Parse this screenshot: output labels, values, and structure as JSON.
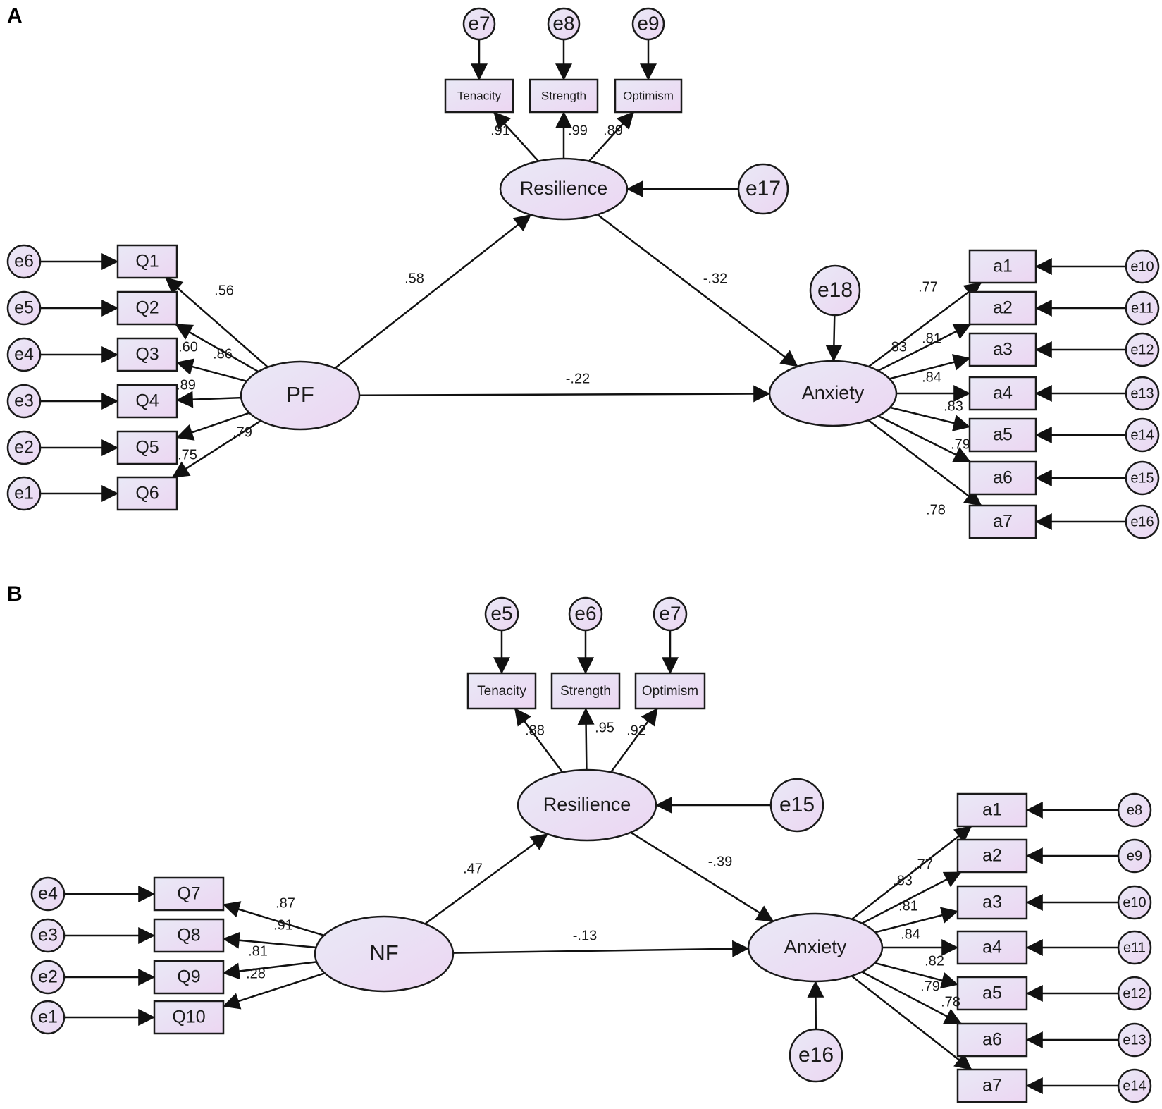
{
  "colors": {
    "node_fill_light": "#e9e9f6",
    "node_fill_pink": "#ecd6f2",
    "stroke": "#1a1a1a"
  },
  "panels": [
    {
      "label": "A",
      "nodes": [
        {
          "id": "A_e7",
          "text": "e7",
          "shape": "circle"
        },
        {
          "id": "A_e8",
          "text": "e8",
          "shape": "circle"
        },
        {
          "id": "A_e9",
          "text": "e9",
          "shape": "circle"
        },
        {
          "id": "A_ten",
          "text": "Tenacity",
          "shape": "rect"
        },
        {
          "id": "A_str",
          "text": "Strength",
          "shape": "rect"
        },
        {
          "id": "A_opt",
          "text": "Optimism",
          "shape": "rect"
        },
        {
          "id": "A_res",
          "text": "Resilience",
          "shape": "ellipse"
        },
        {
          "id": "A_e17",
          "text": "e17",
          "shape": "circle"
        },
        {
          "id": "A_pf",
          "text": "PF",
          "shape": "ellipse"
        },
        {
          "id": "A_anx",
          "text": "Anxiety",
          "shape": "ellipse"
        },
        {
          "id": "A_e18",
          "text": "e18",
          "shape": "circle"
        },
        {
          "id": "A_e6",
          "text": "e6",
          "shape": "circle"
        },
        {
          "id": "A_e5",
          "text": "e5",
          "shape": "circle"
        },
        {
          "id": "A_e4",
          "text": "e4",
          "shape": "circle"
        },
        {
          "id": "A_e3",
          "text": "e3",
          "shape": "circle"
        },
        {
          "id": "A_e2",
          "text": "e2",
          "shape": "circle"
        },
        {
          "id": "A_e1",
          "text": "e1",
          "shape": "circle"
        },
        {
          "id": "A_Q1",
          "text": "Q1",
          "shape": "rect"
        },
        {
          "id": "A_Q2",
          "text": "Q2",
          "shape": "rect"
        },
        {
          "id": "A_Q3",
          "text": "Q3",
          "shape": "rect"
        },
        {
          "id": "A_Q4",
          "text": "Q4",
          "shape": "rect"
        },
        {
          "id": "A_Q5",
          "text": "Q5",
          "shape": "rect"
        },
        {
          "id": "A_Q6",
          "text": "Q6",
          "shape": "rect"
        },
        {
          "id": "A_a1",
          "text": "a1",
          "shape": "rect"
        },
        {
          "id": "A_a2",
          "text": "a2",
          "shape": "rect"
        },
        {
          "id": "A_a3",
          "text": "a3",
          "shape": "rect"
        },
        {
          "id": "A_a4",
          "text": "a4",
          "shape": "rect"
        },
        {
          "id": "A_a5",
          "text": "a5",
          "shape": "rect"
        },
        {
          "id": "A_a6",
          "text": "a6",
          "shape": "rect"
        },
        {
          "id": "A_a7",
          "text": "a7",
          "shape": "rect"
        },
        {
          "id": "A_e10",
          "text": "e10",
          "shape": "circle"
        },
        {
          "id": "A_e11",
          "text": "e11",
          "shape": "circle"
        },
        {
          "id": "A_e12",
          "text": "e12",
          "shape": "circle"
        },
        {
          "id": "A_e13",
          "text": "e13",
          "shape": "circle"
        },
        {
          "id": "A_e14",
          "text": "e14",
          "shape": "circle"
        },
        {
          "id": "A_e15",
          "text": "e15",
          "shape": "circle"
        },
        {
          "id": "A_e16",
          "text": "e16",
          "shape": "circle"
        }
      ],
      "edges": [
        {
          "from": "A_e7",
          "to": "A_ten"
        },
        {
          "from": "A_e8",
          "to": "A_str"
        },
        {
          "from": "A_e9",
          "to": "A_opt"
        },
        {
          "from": "A_res",
          "to": "A_ten",
          "label": ".91"
        },
        {
          "from": "A_res",
          "to": "A_str",
          "label": ".99"
        },
        {
          "from": "A_res",
          "to": "A_opt",
          "label": ".89"
        },
        {
          "from": "A_e17",
          "to": "A_res"
        },
        {
          "from": "A_pf",
          "to": "A_res",
          "label": ".58"
        },
        {
          "from": "A_res",
          "to": "A_anx",
          "label": "-.32"
        },
        {
          "from": "A_pf",
          "to": "A_anx",
          "label": "-.22"
        },
        {
          "from": "A_e18",
          "to": "A_anx"
        },
        {
          "from": "A_e6",
          "to": "A_Q1"
        },
        {
          "from": "A_e5",
          "to": "A_Q2"
        },
        {
          "from": "A_e4",
          "to": "A_Q3"
        },
        {
          "from": "A_e3",
          "to": "A_Q4"
        },
        {
          "from": "A_e2",
          "to": "A_Q5"
        },
        {
          "from": "A_e1",
          "to": "A_Q6"
        },
        {
          "from": "A_pf",
          "to": "A_Q1",
          "label": ".56"
        },
        {
          "from": "A_pf",
          "to": "A_Q2",
          "label": ".86"
        },
        {
          "from": "A_pf",
          "to": "A_Q3",
          "label": ".60"
        },
        {
          "from": "A_pf",
          "to": "A_Q4",
          "label": ".89"
        },
        {
          "from": "A_pf",
          "to": "A_Q5",
          "label": ".79"
        },
        {
          "from": "A_pf",
          "to": "A_Q6",
          "label": ".75"
        },
        {
          "from": "A_anx",
          "to": "A_a1",
          "label": ".77"
        },
        {
          "from": "A_anx",
          "to": "A_a2",
          "label": ".83"
        },
        {
          "from": "A_anx",
          "to": "A_a3",
          "label": ".81"
        },
        {
          "from": "A_anx",
          "to": "A_a4",
          "label": ".84"
        },
        {
          "from": "A_anx",
          "to": "A_a5",
          "label": ".83"
        },
        {
          "from": "A_anx",
          "to": "A_a6",
          "label": ".79"
        },
        {
          "from": "A_anx",
          "to": "A_a7",
          "label": ".78"
        },
        {
          "from": "A_e10",
          "to": "A_a1"
        },
        {
          "from": "A_e11",
          "to": "A_a2"
        },
        {
          "from": "A_e12",
          "to": "A_a3"
        },
        {
          "from": "A_e13",
          "to": "A_a4"
        },
        {
          "from": "A_e14",
          "to": "A_a5"
        },
        {
          "from": "A_e15",
          "to": "A_a6"
        },
        {
          "from": "A_e16",
          "to": "A_a7"
        }
      ]
    },
    {
      "label": "B",
      "nodes": [
        {
          "id": "B_e5",
          "text": "e5",
          "shape": "circle"
        },
        {
          "id": "B_e6",
          "text": "e6",
          "shape": "circle"
        },
        {
          "id": "B_e7",
          "text": "e7",
          "shape": "circle"
        },
        {
          "id": "B_ten",
          "text": "Tenacity",
          "shape": "rect"
        },
        {
          "id": "B_str",
          "text": "Strength",
          "shape": "rect"
        },
        {
          "id": "B_opt",
          "text": "Optimism",
          "shape": "rect"
        },
        {
          "id": "B_res",
          "text": "Resilience",
          "shape": "ellipse"
        },
        {
          "id": "B_e15",
          "text": "e15",
          "shape": "circle"
        },
        {
          "id": "B_nf",
          "text": "NF",
          "shape": "ellipse"
        },
        {
          "id": "B_anx",
          "text": "Anxiety",
          "shape": "ellipse"
        },
        {
          "id": "B_e16",
          "text": "e16",
          "shape": "circle"
        },
        {
          "id": "B_e4",
          "text": "e4",
          "shape": "circle"
        },
        {
          "id": "B_e3",
          "text": "e3",
          "shape": "circle"
        },
        {
          "id": "B_e2",
          "text": "e2",
          "shape": "circle"
        },
        {
          "id": "B_e1",
          "text": "e1",
          "shape": "circle"
        },
        {
          "id": "B_Q7",
          "text": "Q7",
          "shape": "rect"
        },
        {
          "id": "B_Q8",
          "text": "Q8",
          "shape": "rect"
        },
        {
          "id": "B_Q9",
          "text": "Q9",
          "shape": "rect"
        },
        {
          "id": "B_Q10",
          "text": "Q10",
          "shape": "rect"
        },
        {
          "id": "B_a1",
          "text": "a1",
          "shape": "rect"
        },
        {
          "id": "B_a2",
          "text": "a2",
          "shape": "rect"
        },
        {
          "id": "B_a3",
          "text": "a3",
          "shape": "rect"
        },
        {
          "id": "B_a4",
          "text": "a4",
          "shape": "rect"
        },
        {
          "id": "B_a5",
          "text": "a5",
          "shape": "rect"
        },
        {
          "id": "B_a6",
          "text": "a6",
          "shape": "rect"
        },
        {
          "id": "B_a7",
          "text": "a7",
          "shape": "rect"
        },
        {
          "id": "B_e8",
          "text": "e8",
          "shape": "circle"
        },
        {
          "id": "B_e9",
          "text": "e9",
          "shape": "circle"
        },
        {
          "id": "B_e10",
          "text": "e10",
          "shape": "circle"
        },
        {
          "id": "B_e11",
          "text": "e11",
          "shape": "circle"
        },
        {
          "id": "B_e12",
          "text": "e12",
          "shape": "circle"
        },
        {
          "id": "B_e13",
          "text": "e13",
          "shape": "circle"
        },
        {
          "id": "B_e14",
          "text": "e14",
          "shape": "circle"
        }
      ],
      "edges": [
        {
          "from": "B_e5",
          "to": "B_ten"
        },
        {
          "from": "B_e6",
          "to": "B_str"
        },
        {
          "from": "B_e7",
          "to": "B_opt"
        },
        {
          "from": "B_res",
          "to": "B_ten",
          "label": ".88"
        },
        {
          "from": "B_res",
          "to": "B_str",
          "label": ".95"
        },
        {
          "from": "B_res",
          "to": "B_opt",
          "label": ".92"
        },
        {
          "from": "B_e15",
          "to": "B_res"
        },
        {
          "from": "B_nf",
          "to": "B_res",
          "label": ".47"
        },
        {
          "from": "B_res",
          "to": "B_anx",
          "label": "-.39"
        },
        {
          "from": "B_nf",
          "to": "B_anx",
          "label": "-.13"
        },
        {
          "from": "B_e16",
          "to": "B_anx"
        },
        {
          "from": "B_e4",
          "to": "B_Q7"
        },
        {
          "from": "B_e3",
          "to": "B_Q8"
        },
        {
          "from": "B_e2",
          "to": "B_Q9"
        },
        {
          "from": "B_e1",
          "to": "B_Q10"
        },
        {
          "from": "B_nf",
          "to": "B_Q7",
          "label": ".87"
        },
        {
          "from": "B_nf",
          "to": "B_Q8",
          "label": ".91"
        },
        {
          "from": "B_nf",
          "to": "B_Q9",
          "label": ".81"
        },
        {
          "from": "B_nf",
          "to": "B_Q10",
          "label": ".28"
        },
        {
          "from": "B_anx",
          "to": "B_a1",
          "label": ".77"
        },
        {
          "from": "B_anx",
          "to": "B_a2",
          "label": ".83"
        },
        {
          "from": "B_anx",
          "to": "B_a3",
          "label": ".81"
        },
        {
          "from": "B_anx",
          "to": "B_a4",
          "label": ".84"
        },
        {
          "from": "B_anx",
          "to": "B_a5",
          "label": ".82"
        },
        {
          "from": "B_anx",
          "to": "B_a6",
          "label": ".79"
        },
        {
          "from": "B_anx",
          "to": "B_a7",
          "label": ".78"
        },
        {
          "from": "B_e8",
          "to": "B_a1"
        },
        {
          "from": "B_e9",
          "to": "B_a2"
        },
        {
          "from": "B_e10",
          "to": "B_a3"
        },
        {
          "from": "B_e11",
          "to": "B_a4"
        },
        {
          "from": "B_e12",
          "to": "B_a5"
        },
        {
          "from": "B_e13",
          "to": "B_a6"
        },
        {
          "from": "B_e14",
          "to": "B_a7"
        }
      ]
    }
  ]
}
